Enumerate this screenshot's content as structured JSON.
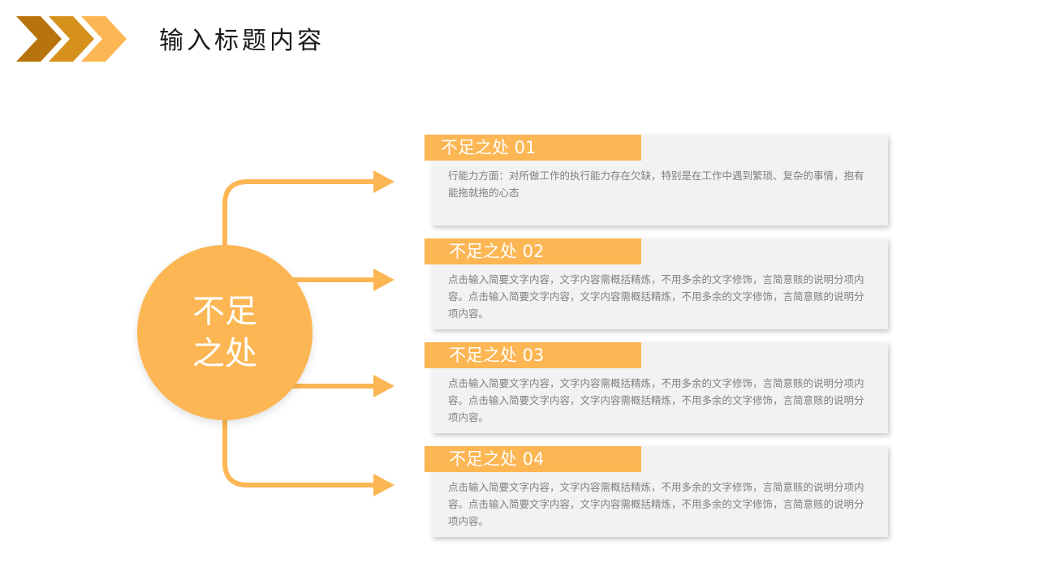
{
  "header": {
    "title": "输入标题内容"
  },
  "hub": {
    "label": "不足之处"
  },
  "colors": {
    "accent": "#fcb653",
    "logo_dark": "#b8740c",
    "logo_mid": "#d6901c",
    "logo_light": "#fcb653",
    "card_bg": "#f2f2f2",
    "body_text": "#7f7f7f"
  },
  "items": [
    {
      "title": "不足之处  01",
      "text": "行能力方面：对所做工作的执行能力存在欠缺，特别是在工作中遇到繁琐、复杂的事情，抱有能拖就拖的心态"
    },
    {
      "title": "不足之处  02",
      "text": "点击输入简要文字内容，文字内容需概括精炼，不用多余的文字修饰，言简意赅的说明分项内容。点击输入简要文字内容，文字内容需概括精炼，不用多余的文字修饰，言简意赅的说明分项内容。"
    },
    {
      "title": "不足之处  03",
      "text": "点击输入简要文字内容，文字内容需概括精炼，不用多余的文字修饰，言简意赅的说明分项内容。点击输入简要文字内容，文字内容需概括精炼，不用多余的文字修饰，言简意赅的说明分项内容。"
    },
    {
      "title": "不足之处  04",
      "text": "点击输入简要文字内容，文字内容需概括精炼，不用多余的文字修饰，言简意赅的说明分项内容。点击输入简要文字内容，文字内容需概括精炼，不用多余的文字修饰，言简意赅的说明分项内容。"
    }
  ]
}
